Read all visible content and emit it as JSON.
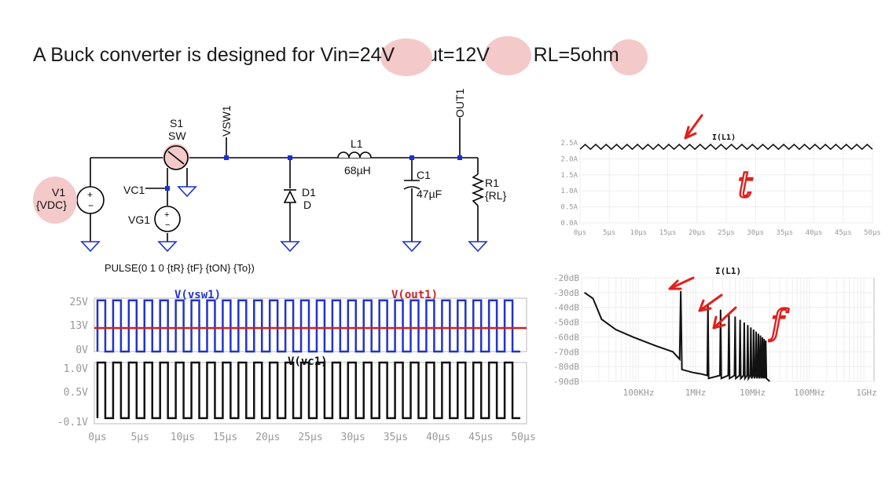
{
  "title": {
    "prefix": "A Buck converter is designed for Vin=",
    "vin": "24V",
    "mid1": ", Vout=",
    "vout": "12V",
    "mid2": " and RL=",
    "rl": "5ohm"
  },
  "schematic": {
    "v1_name": "V1",
    "v1_value": "{VDC}",
    "s1_name": "S1",
    "s1_model": "SW",
    "vsw1_net": "VSW1",
    "out1_net": "OUT1",
    "vc1_net": "VC1",
    "vg1_name": "VG1",
    "d1_name": "D1",
    "d1_model": "D",
    "l1_name": "L1",
    "l1_value": "68µH",
    "c1_name": "C1",
    "c1_value": "47µF",
    "r1_name": "R1",
    "r1_value": "{RL}",
    "pulse_directive": "PULSE(0 1 0 {tR} {tF} {tON} {To})"
  },
  "chart_data": [
    {
      "type": "line",
      "title": "",
      "series": [
        {
          "name": "V(vsw1)",
          "color": "#2233cc",
          "shape": "square wave",
          "low": 0,
          "high": 24
        },
        {
          "name": "V(out1)",
          "color": "#cc2222",
          "value": 12
        }
      ],
      "yticks": [
        "25V",
        "13V",
        "0V"
      ],
      "ylim": [
        0,
        25
      ],
      "xlim": [
        0,
        50
      ],
      "periods": 27
    },
    {
      "type": "line",
      "title": "",
      "series": [
        {
          "name": "V(vc1)",
          "color": "#111111",
          "shape": "square wave",
          "low": 0,
          "high": 1
        }
      ],
      "yticks": [
        "1.0V",
        "0.5V",
        "-0.1V"
      ],
      "ylim": [
        -0.1,
        1.0
      ],
      "xticks": [
        "0µs",
        "5µs",
        "10µs",
        "15µs",
        "20µs",
        "25µs",
        "30µs",
        "35µs",
        "40µs",
        "45µs",
        "50µs"
      ],
      "xlim": [
        0,
        50
      ],
      "periods": 27
    },
    {
      "type": "line",
      "title": "I(L1)",
      "series": [
        {
          "name": "I(L1)",
          "color": "#111111",
          "shape": "triangle ripple",
          "min": 2.3,
          "max": 2.45
        }
      ],
      "yticks": [
        "2.5A",
        "2.0A",
        "1.5A",
        "1.0A",
        "0.5A",
        "0.0A"
      ],
      "ylim": [
        0,
        2.5
      ],
      "xticks": [
        "0µs",
        "5µs",
        "10µs",
        "15µs",
        "20µs",
        "25µs",
        "30µs",
        "35µs",
        "40µs",
        "45µs",
        "50µs"
      ],
      "xlim": [
        0,
        50
      ],
      "annotation": "t",
      "periods": 28
    },
    {
      "type": "line",
      "title": "I(L1)",
      "xscale": "log",
      "series": [
        {
          "name": "I(L1)",
          "color": "#111111",
          "shape": "FFT spectrum",
          "fundamental_dB": -29,
          "floor_dB": -90
        }
      ],
      "yticks": [
        "-20dB",
        "-30dB",
        "-40dB",
        "-50dB",
        "-60dB",
        "-70dB",
        "-80dB",
        "-90dB"
      ],
      "ylim": [
        -90,
        -20
      ],
      "xticks": [
        "100KHz",
        "1MHz",
        "10MHz",
        "100MHz",
        "1GHz"
      ],
      "annotation": "f"
    }
  ]
}
